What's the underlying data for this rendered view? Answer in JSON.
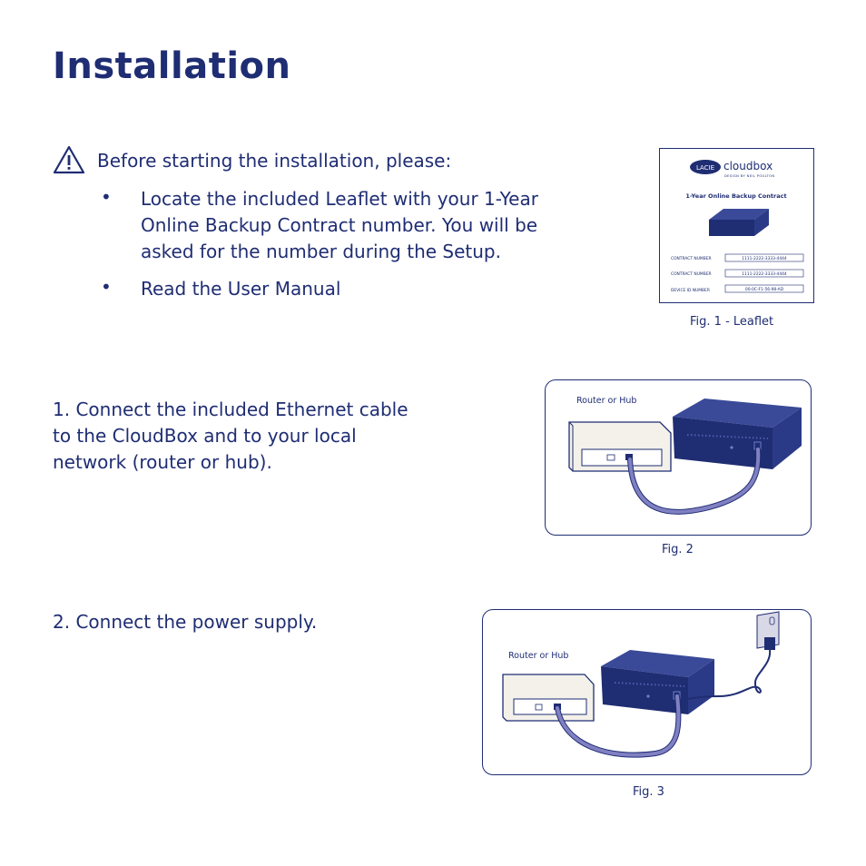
{
  "page": {
    "title": "Installation",
    "warning_icon": "warning-triangle-icon",
    "intro": "Before starting the installation, please:",
    "bullets": [
      "Locate the included Leaflet with your 1-Year Online Backup Contract number. You will be asked for the number during the Setup.",
      "Read the User Manual"
    ],
    "bullet_symbol": "•",
    "step1": "1. Connect the included Ethernet cable to the CloudBox and to your local network (router or hub).",
    "step2": "2. Connect the power supply."
  },
  "leaflet": {
    "brand": "LACIE",
    "product": "cloudbox",
    "designer": "DESIGN BY NEIL POULTON",
    "heading": "1-Year Online Backup Contract",
    "rows": [
      {
        "label": "CONTRACT NUMBER",
        "value": "1111-2222-3333-4444"
      },
      {
        "label": "CONTRACT NUMBER",
        "value": "1111-2222-3333-4444"
      },
      {
        "label": "DEVICE ID NUMBER",
        "value": "00-0C-F1-56-98-AD"
      }
    ]
  },
  "figures": {
    "fig1_caption": "Fig. 1 - Leaflet",
    "fig2_caption": "Fig. 2",
    "fig3_caption": "Fig. 3",
    "router_label": "Router or Hub"
  },
  "colors": {
    "navy": "#1f2d73",
    "device": "#2b3a86",
    "cable": "#6f6fb3"
  }
}
